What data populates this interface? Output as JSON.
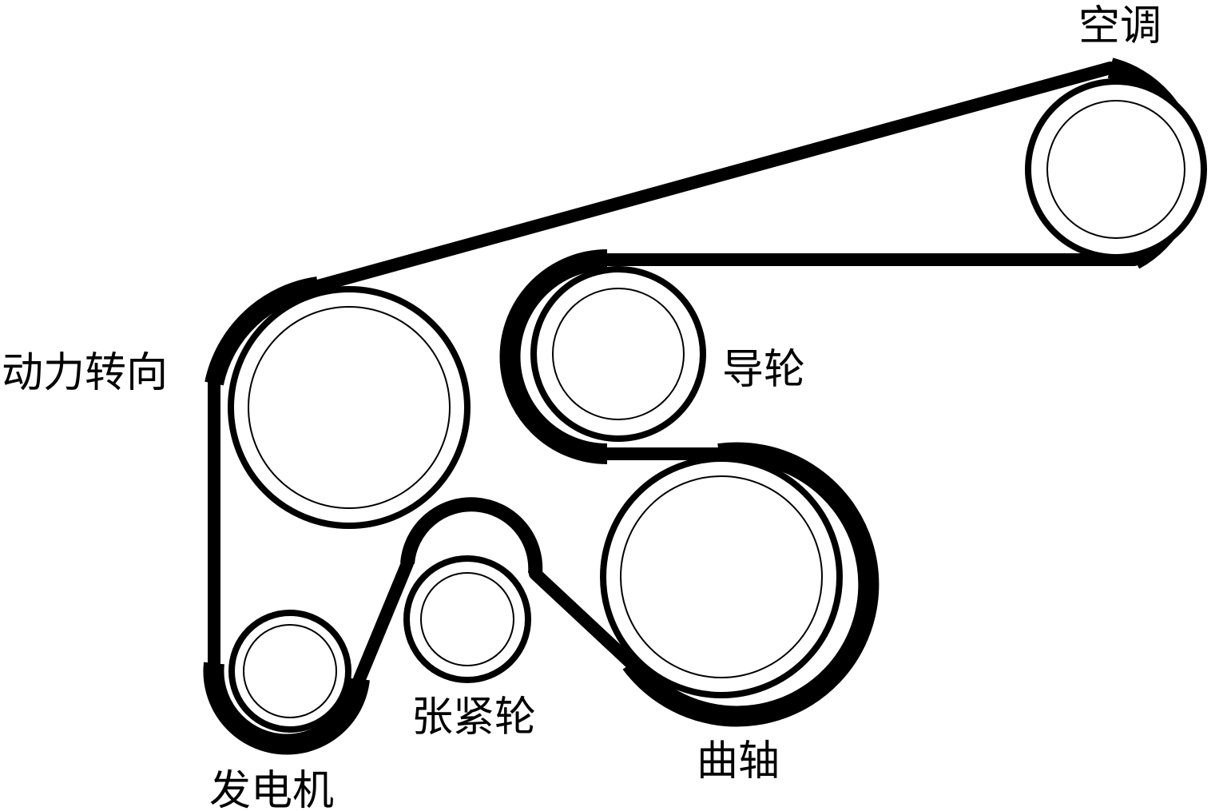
{
  "diagram": {
    "labels": {
      "ac": "空调",
      "power_steering": "动力转向",
      "idler": "导轮",
      "crankshaft": "曲轴",
      "tensioner": "张紧轮",
      "alternator": "发电机"
    }
  },
  "colors": {
    "belt": "#000000",
    "pulley_outline": "#000000",
    "background": "#ffffff"
  }
}
